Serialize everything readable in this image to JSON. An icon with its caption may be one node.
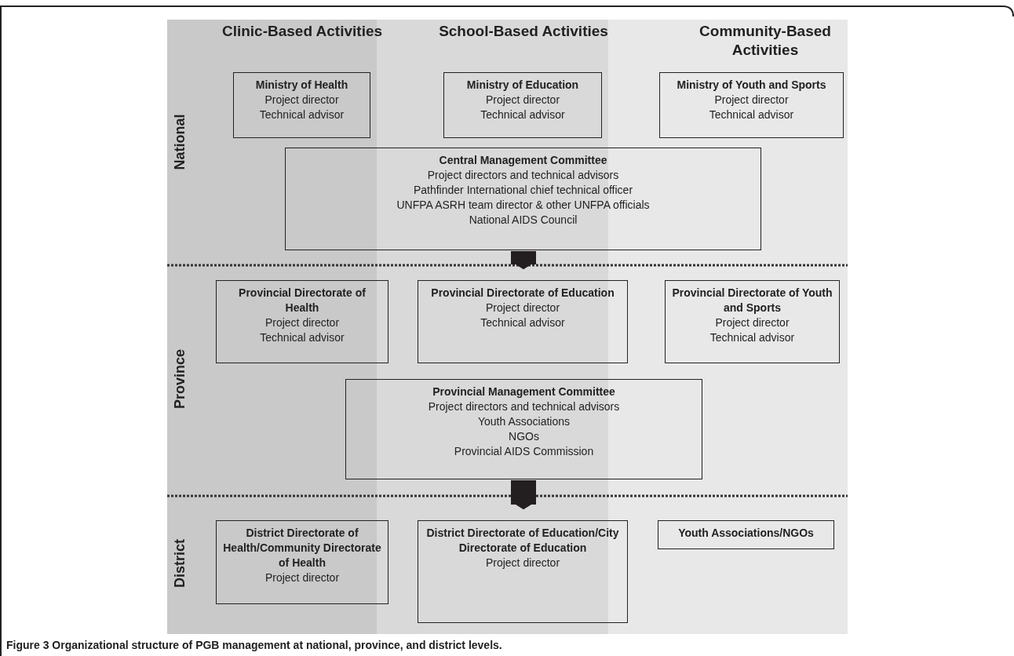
{
  "diagram": {
    "caption": "Figure 3 Organizational structure of PGB management at national, province, and district levels.",
    "nodes": [
      {
        "text": [
          "Ministry of Health",
          "Project director",
          "Technical advisor"
        ]
      },
      {
        "text": [
          "Ministry of Education",
          "Project director",
          "Technical advisor"
        ]
      },
      {
        "text": [
          "Ministry of Youth and Sports",
          "Project director",
          "Technical advisor"
        ]
      },
      {
        "text": [
          "Central Management Committee",
          "Project directors and technical advisors",
          "Pathfinder International chief technical officer",
          "UNFPA ASRH team director & other UNFPA officials",
          "National AIDS Council"
        ]
      },
      {
        "text": [
          "Provincial Directorate of Health",
          "Project director",
          "Technical advisor"
        ]
      },
      {
        "text": [
          "Provincial Directorate of Education",
          "Project director",
          "Technical advisor"
        ]
      },
      {
        "text": [
          "Provincial Directorate of Youth and Sports",
          "Project director",
          "Technical advisor"
        ]
      },
      {
        "text": [
          "Provincial Management Committee",
          "Project directors and technical advisors",
          "Youth Associations",
          "NGOs",
          "Provincial AIDS Commission"
        ]
      },
      {
        "text": [
          "District Directorate of Health/Community Directorate of Health",
          "Project director"
        ]
      },
      {
        "text": [
          "District Directorate of Education/City Directorate of Education",
          "Project director"
        ]
      },
      {
        "text": [
          "Youth Associations/NGOs"
        ]
      }
    ],
    "edges": [
      {
        "from": 3,
        "to": 5,
        "arrow": "to"
      },
      {
        "from": 7,
        "to": 9,
        "arrow": "to"
      }
    ],
    "labels": [
      "Clinic-Based Activities",
      "School-Based Activities",
      "Community-Based Activities",
      "National",
      "Province",
      "District"
    ]
  }
}
